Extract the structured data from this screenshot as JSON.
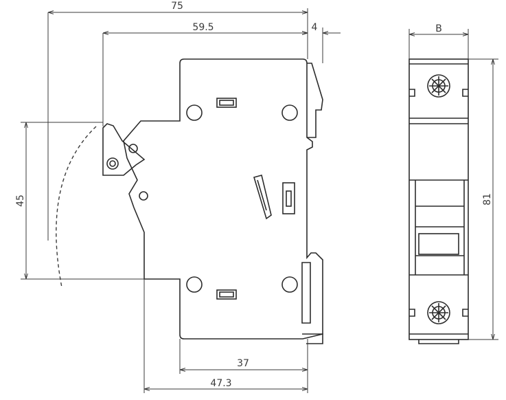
{
  "dimensions": {
    "overall_width": "75",
    "depth_to_rail": "59.5",
    "rail_offset": "4",
    "module_width": "B",
    "height_left": "45",
    "height_right": "81",
    "bottom_inner": "37",
    "bottom_outer": "47.3"
  },
  "colors": {
    "line": "#2b2b2b",
    "dimension": "#3a3a3a",
    "background": "#ffffff"
  }
}
